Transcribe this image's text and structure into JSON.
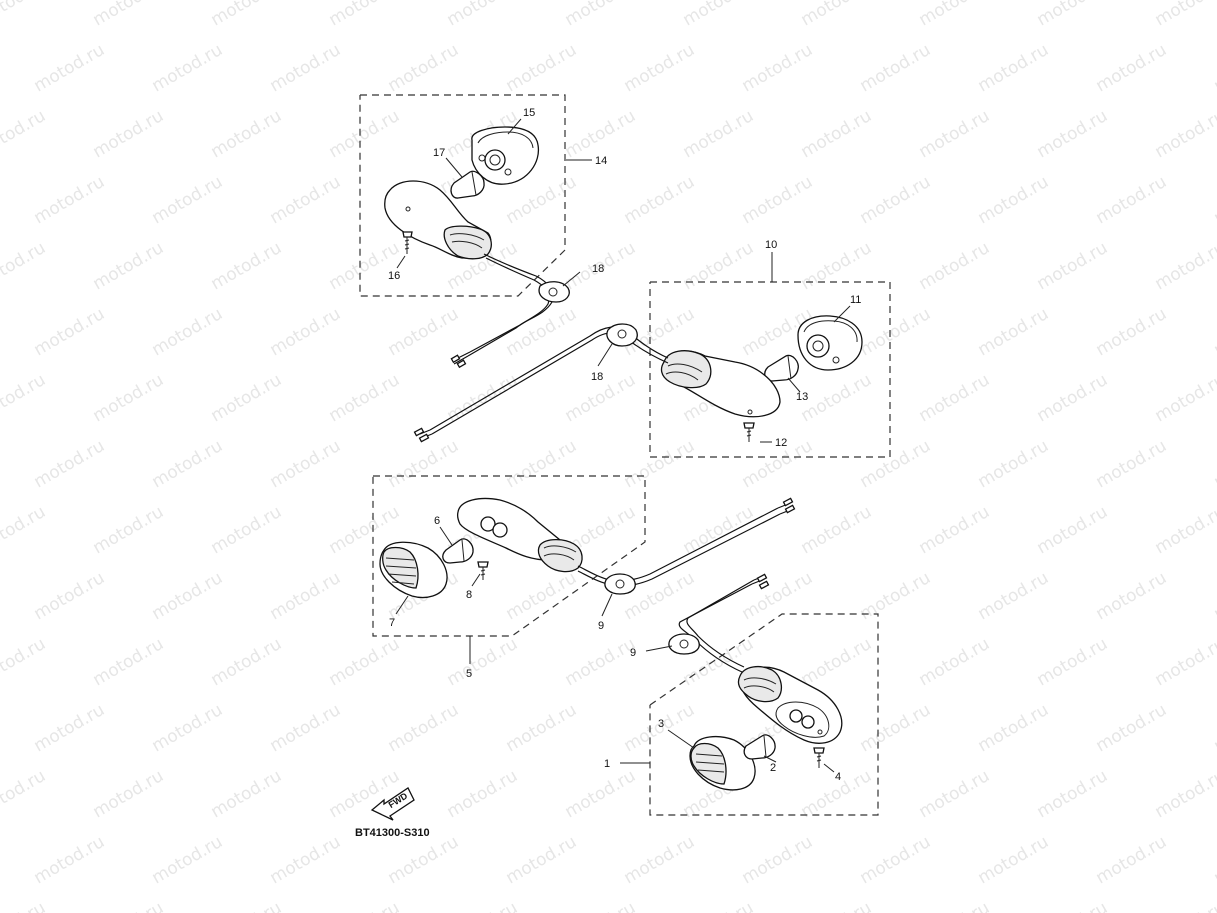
{
  "watermark": "motod.ru",
  "diagram_code": "BT41300-S310",
  "fwd_label": "FWD",
  "callouts": [
    "1",
    "2",
    "3",
    "4",
    "5",
    "6",
    "7",
    "8",
    "9",
    "9",
    "10",
    "11",
    "12",
    "13",
    "14",
    "15",
    "16",
    "17",
    "18",
    "18"
  ]
}
